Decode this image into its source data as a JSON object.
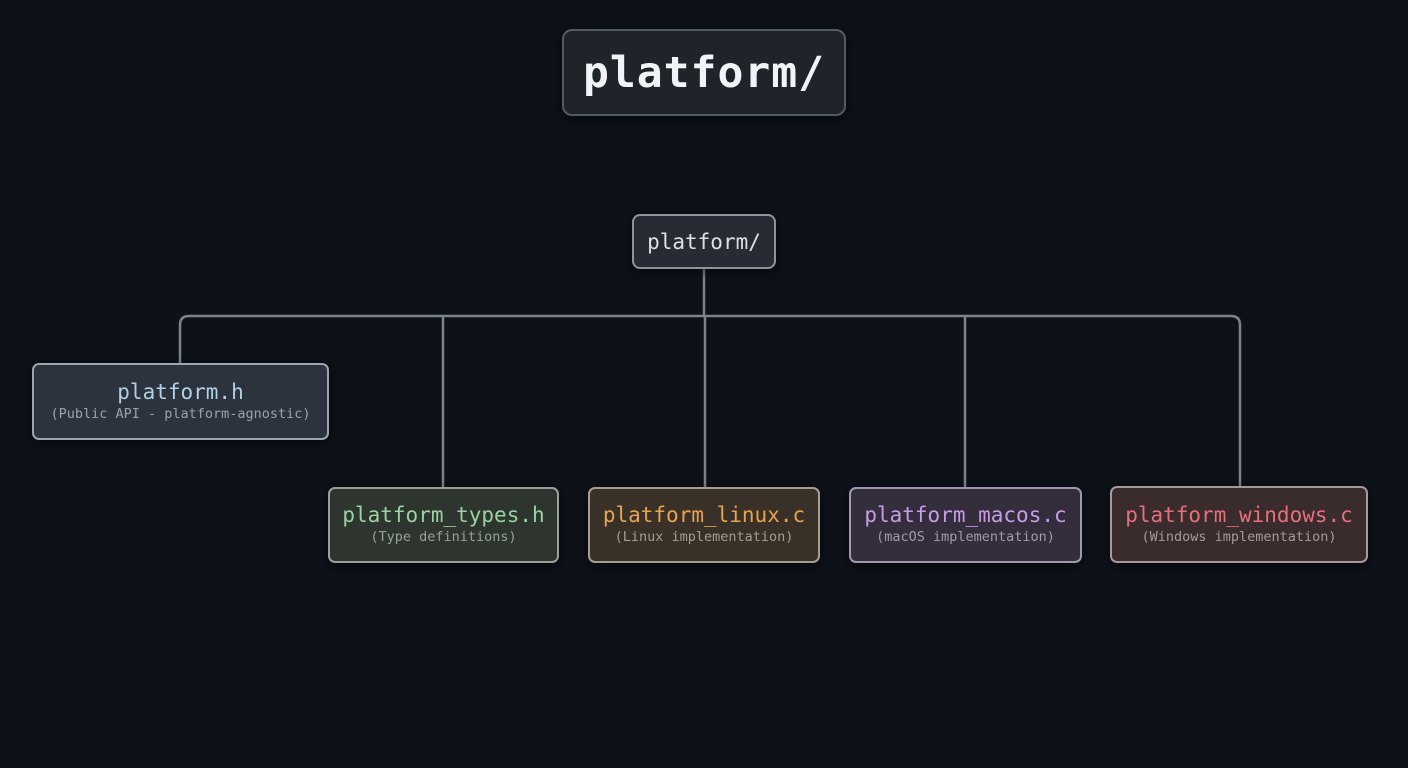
{
  "canvas": {
    "background": "#0d1118",
    "connector_color": "#7c838b"
  },
  "header": {
    "title": "platform/"
  },
  "tree": {
    "root": {
      "label": "platform/"
    },
    "children": [
      {
        "title": "platform.h",
        "subtitle": "(Public API - platform-agnostic)",
        "colors": {
          "bg": "#2c333c",
          "border": "#9ca6b0",
          "title": "#b0d0e8",
          "subtitle": "#97a3ad"
        }
      },
      {
        "title": "platform_types.h",
        "subtitle": "(Type definitions)",
        "colors": {
          "bg": "#2d352e",
          "border": "#97a29a",
          "title": "#9bd2a1",
          "subtitle": "#95a297"
        }
      },
      {
        "title": "platform_linux.c",
        "subtitle": "(Linux implementation)",
        "colors": {
          "bg": "#393127",
          "border": "#a69e90",
          "title": "#e8a350",
          "subtitle": "#a39d8f"
        }
      },
      {
        "title": "platform_macos.c",
        "subtitle": "(macOS implementation)",
        "colors": {
          "bg": "#332d3c",
          "border": "#9e99ab",
          "title": "#c89ce4",
          "subtitle": "#a09aad"
        }
      },
      {
        "title": "platform_windows.c",
        "subtitle": "(Windows implementation)",
        "colors": {
          "bg": "#3a2b2c",
          "border": "#a8999a",
          "title": "#e4707b",
          "subtitle": "#a79899"
        }
      }
    ]
  }
}
